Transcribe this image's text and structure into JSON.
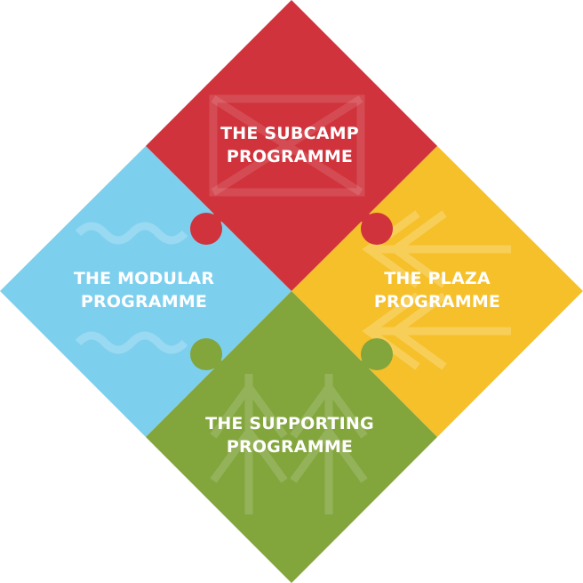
{
  "pieces": [
    {
      "id": "subcamp",
      "line1": "THE SUBCAMP",
      "line2": "PROGRAMME",
      "color": "#d0333c",
      "icon": "envelope-icon"
    },
    {
      "id": "plaza",
      "line1": "THE PLAZA",
      "line2": "PROGRAMME",
      "color": "#f5c02a",
      "icon": "arrows-left-icon"
    },
    {
      "id": "supporting",
      "line1": "THE SUPPORTING",
      "line2": "PROGRAMME",
      "color": "#82a53c",
      "icon": "arrows-up-icon"
    },
    {
      "id": "modular",
      "line1": "THE MODULAR",
      "line2": "PROGRAMME",
      "color": "#7dcfee",
      "icon": "wave-icon"
    }
  ]
}
